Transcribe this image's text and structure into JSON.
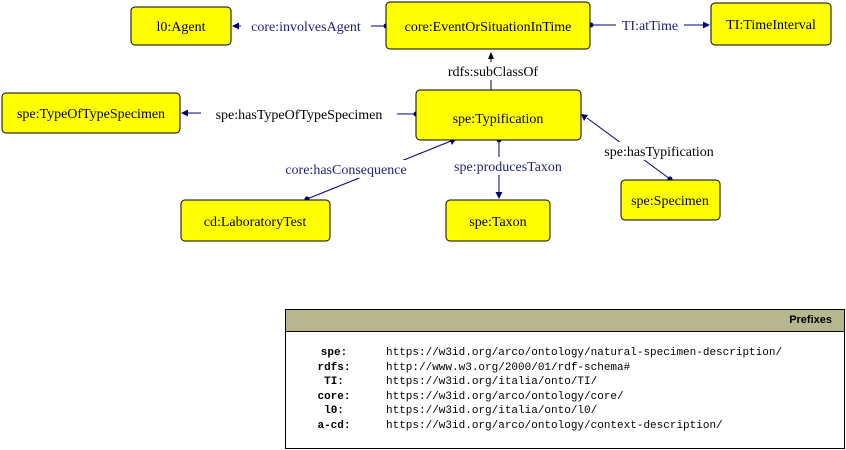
{
  "nodes": {
    "agent": "l0:Agent",
    "event": "core:EventOrSituationInTime",
    "interval": "TI:TimeInterval",
    "type_of_type": "spe:TypeOfTypeSpecimen",
    "typification": "spe:Typification",
    "lab_test": "cd:LaboratoryTest",
    "taxon": "spe:Taxon",
    "specimen": "spe:Specimen"
  },
  "edges": {
    "involves_agent": "core:involvesAgent",
    "at_time": "TI:atTime",
    "subclass_of": "rdfs:subClassOf",
    "has_type_of_type": "spe:hasTypeOfTypeSpecimen",
    "has_consequence": "core:hasConsequence",
    "produces_taxon": "spe:producesTaxon",
    "has_typification": "spe:hasTypification"
  },
  "prefixes": {
    "title": "Prefixes",
    "rows": [
      {
        "prefix": "spe:",
        "uri": "https://w3id.org/arco/ontology/natural-specimen-description/"
      },
      {
        "prefix": "rdfs:",
        "uri": "http://www.w3.org/2000/01/rdf-schema#"
      },
      {
        "prefix": "TI:",
        "uri": "https://w3id.org/italia/onto/TI/"
      },
      {
        "prefix": "core:",
        "uri": "https://w3id.org/arco/ontology/core/"
      },
      {
        "prefix": "l0:",
        "uri": "https://w3id.org/italia/onto/l0/"
      },
      {
        "prefix": "a-cd:",
        "uri": "https://w3id.org/arco/ontology/context-description/"
      }
    ]
  },
  "colors": {
    "node_fill": "#ffff00",
    "edge": "#00007f",
    "property_label": "#1f1f7a",
    "subclass_label": "#000000",
    "prefix_header": "#b7b78f"
  }
}
